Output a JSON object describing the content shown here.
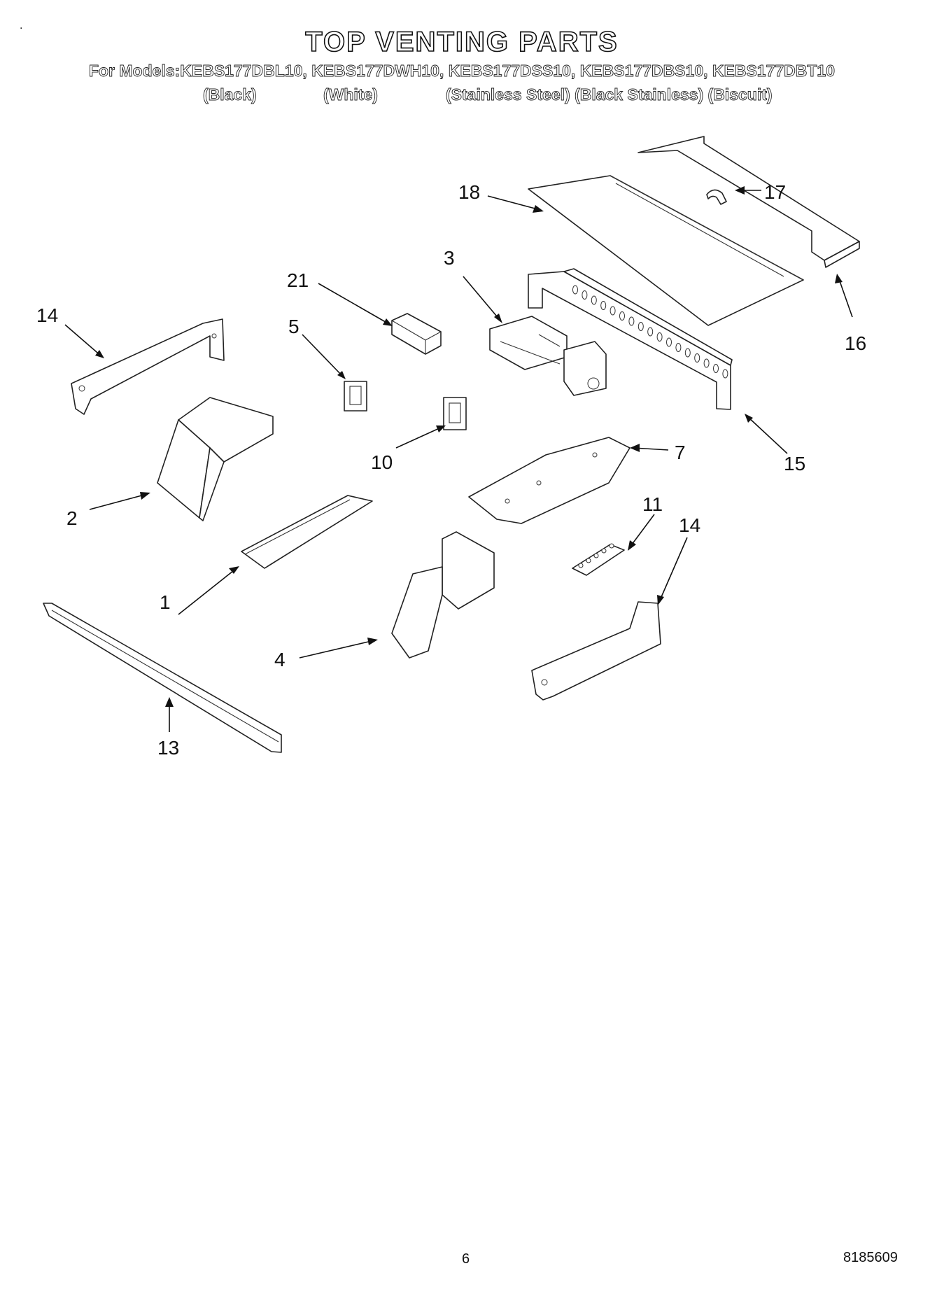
{
  "header": {
    "title": "TOP VENTING PARTS",
    "models_line": "For Models:KEBS177DBL10, KEBS177DWH10, KEBS177DSS10, KEBS177DBS10, KEBS177DBT10",
    "finishes": [
      "(Black)",
      "(White)",
      "(Stainless Steel) (Black Stainless)  (Biscuit)"
    ]
  },
  "callouts": [
    "18",
    "17",
    "3",
    "21",
    "14",
    "5",
    "16",
    "10",
    "7",
    "15",
    "2",
    "11",
    "14",
    "1",
    "4",
    "13"
  ],
  "footer": {
    "page_number": "6",
    "doc_number": "8185609"
  }
}
